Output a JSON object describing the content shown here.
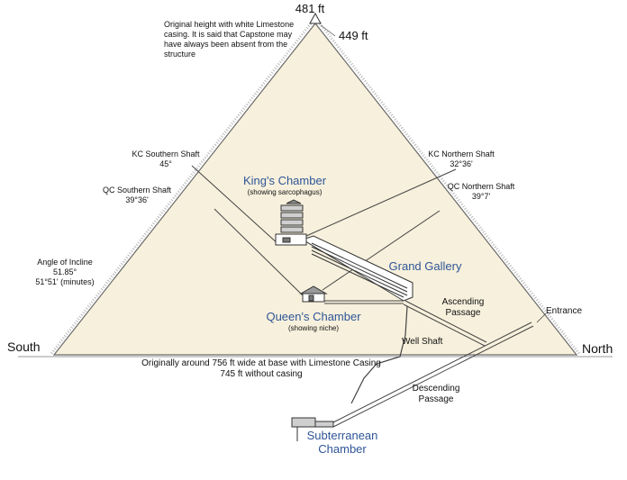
{
  "top_height": "481 ft",
  "casing_note": "Original height with white Limestone casing. It is said that Capstone may have always been absent from the structure",
  "current_height": "449 ft",
  "kc_southern": {
    "name": "KC Southern Shaft",
    "angle": "45°"
  },
  "kc_northern": {
    "name": "KC Northern Shaft",
    "angle": "32°36'"
  },
  "qc_southern": {
    "name": "QC Southern Shaft",
    "angle": "39°36'"
  },
  "qc_northern": {
    "name": "QC Northern Shaft",
    "angle": "39°7'"
  },
  "kings_chamber": {
    "name": "King's Chamber",
    "note": "(showing sarcophagus)"
  },
  "grand_gallery": "Grand Gallery",
  "incline": {
    "title": "Angle of Incline",
    "degrees": "51.85°",
    "minutes": "51°51' (minutes)"
  },
  "queens_chamber": {
    "name": "Queen's Chamber",
    "note": "(showing niche)"
  },
  "ascending_passage": {
    "line1": "Ascending",
    "line2": "Passage"
  },
  "entrance": "Entrance",
  "south": "South",
  "north": "North",
  "well_shaft": "Well Shaft",
  "base_note": {
    "line1": "Originally around 756 ft wide at base with Limestone Casing",
    "line2": "745 ft without casing"
  },
  "descending_passage": {
    "line1": "Descending",
    "line2": "Passage"
  },
  "subterranean": {
    "line1": "Subterranean",
    "line2": "Chamber"
  },
  "colors": {
    "fill": "#f7f0dc",
    "outline": "#5f5f5f",
    "label_blue": "#2f5597"
  }
}
